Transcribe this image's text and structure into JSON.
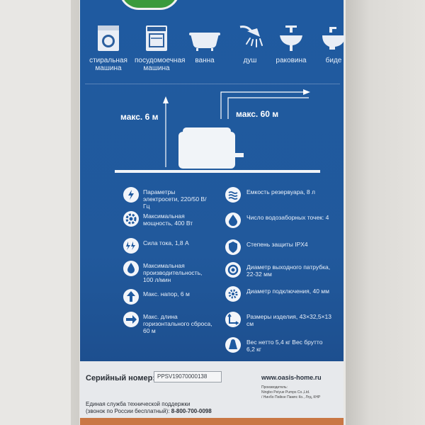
{
  "appliances": [
    {
      "label": "стиральная машина",
      "icon": "washing-machine-icon"
    },
    {
      "label": "посудомоечная машина",
      "icon": "dishwasher-icon"
    },
    {
      "label": "ванна",
      "icon": "bathtub-icon"
    },
    {
      "label": "душ",
      "icon": "shower-icon"
    },
    {
      "label": "раковина",
      "icon": "sink-icon"
    },
    {
      "label": "биде",
      "icon": "bidet-icon"
    }
  ],
  "diagram": {
    "max_height": "макс. 6 м",
    "max_distance": "макс. 60 м"
  },
  "specs_left": [
    {
      "text": "Параметры электросети, 220/50 В/Гц",
      "icon": "power-icon"
    },
    {
      "text": "Максимальная мощность, 400 Вт",
      "icon": "gear-icon"
    },
    {
      "text": "Сила тока, 1,8 А",
      "icon": "current-icon"
    },
    {
      "text": "Максимальная производительность, 100 л/мин",
      "icon": "max-flow-icon"
    },
    {
      "text": "Макс. напор, 6 м",
      "icon": "head-icon"
    },
    {
      "text": "Макс. длина горизонтального сброса, 60 м",
      "icon": "horizontal-icon"
    }
  ],
  "specs_right": [
    {
      "text": "Емкость резервуара, 8 л",
      "icon": "tank-icon"
    },
    {
      "text": "Число водозаборных точек: 4",
      "icon": "drop-icon"
    },
    {
      "text": "Степень защиты IPX4",
      "icon": "shield-icon"
    },
    {
      "text": "Диаметр выходного патрубка, 22-32 мм",
      "icon": "outlet-icon"
    },
    {
      "text": "Диаметр подключения, 40 мм",
      "icon": "connection-icon"
    },
    {
      "text": "Размеры изделия, 43×32,5×13 см",
      "icon": "dimensions-icon"
    },
    {
      "text": "Вес нетто 5,4 кг Вес брутто 6,2 кг",
      "icon": "weight-icon"
    }
  ],
  "footer": {
    "serial_label": "Серийный номер:",
    "serial_value": "PPSV19070000138",
    "website": "www.oasis-home.ru",
    "maker_line1": "Производитель:",
    "maker_line2": "Ningbo Peiyue Pumps Co.,Ltd.",
    "maker_line3": "/ Нинбо Пейюе Пампс Ко., Лтд, КНР",
    "support_line1": "Единая служба технической поддержки",
    "support_line2": "(звонок по России бесплатный):",
    "phone": "8-800-700-0098"
  },
  "colors": {
    "panel_blue": "#21599c",
    "accent_orange": "#c97744"
  }
}
